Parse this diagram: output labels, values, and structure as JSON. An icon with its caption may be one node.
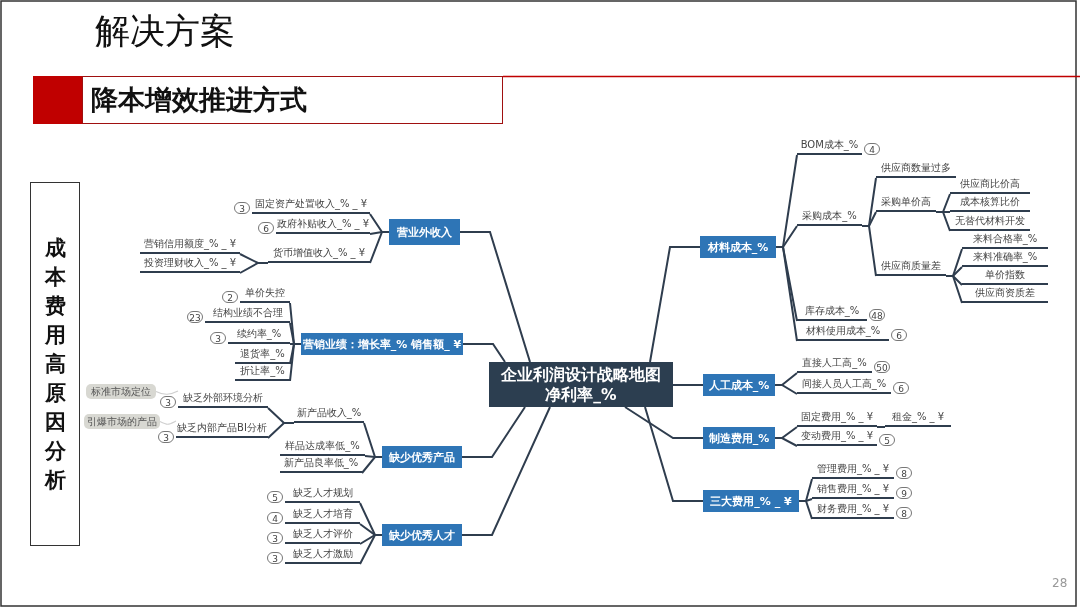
{
  "diagram": {
    "title": "解决方案",
    "nodes": [
      {
        "text": [
          "降本增效推进方式"
        ]
      },
      {
        "text": [
          "成本费用高原因分析"
        ]
      },
      {
        "text": [
          "企业利润设计战略地图净利率_%"
        ]
      },
      {
        "text": [
          "营业外收入"
        ]
      },
      {
        "text": [
          "固定资产处置收入_% _ ¥"
        ],
        "beside": [
          "3"
        ]
      },
      {
        "text": [
          "政府补贴收入_% _ ¥"
        ],
        "beside": [
          "6"
        ]
      },
      {
        "text": [
          "货币增值收入_% _ ¥"
        ]
      },
      {
        "text": [
          "营销信用额度_% _ ¥"
        ]
      },
      {
        "text": [
          "投资理财收入_% _ ¥"
        ]
      },
      {
        "text": [
          "营销业绩：增长率_% 销售额_ ¥"
        ]
      },
      {
        "text": [
          "单价失控"
        ],
        "beside": [
          "2"
        ]
      },
      {
        "text": [
          "结构业绩不合理"
        ],
        "beside": [
          "23"
        ]
      },
      {
        "text": [
          "续约率_%"
        ],
        "beside": [
          "3"
        ]
      },
      {
        "text": [
          "退货率_%"
        ]
      },
      {
        "text": [
          "折让率_%"
        ]
      },
      {
        "text": [
          "缺少优秀产品"
        ]
      },
      {
        "text": [
          "新产品收入_%"
        ]
      },
      {
        "text": [
          "样品达成率低_%"
        ]
      },
      {
        "text": [
          "新产品良率低_%"
        ]
      },
      {
        "text": [
          "缺乏外部环境分析"
        ],
        "beside": [
          "3"
        ]
      },
      {
        "text": [
          "缺乏内部产品BI分析"
        ],
        "beside": [
          "3"
        ]
      },
      {
        "text": [
          "标准市场定位"
        ]
      },
      {
        "text": [
          "引爆市场的产品"
        ]
      },
      {
        "text": [
          "缺少优秀人才"
        ]
      },
      {
        "text": [
          "缺乏人才规划"
        ],
        "beside": [
          "5"
        ]
      },
      {
        "text": [
          "缺乏人才培育"
        ],
        "beside": [
          "4"
        ]
      },
      {
        "text": [
          "缺乏人才评价"
        ],
        "beside": [
          "3"
        ]
      },
      {
        "text": [
          "缺乏人才激励"
        ],
        "beside": [
          "3"
        ]
      },
      {
        "text": [
          "材料成本_%"
        ]
      },
      {
        "text": [
          "BOM成本_%"
        ],
        "beside": [
          "4"
        ]
      },
      {
        "text": [
          "采购成本_%"
        ]
      },
      {
        "text": [
          "供应商数量过多"
        ]
      },
      {
        "text": [
          "采购单价高"
        ]
      },
      {
        "text": [
          "供应商质量差"
        ]
      },
      {
        "text": [
          "供应商比价高"
        ]
      },
      {
        "text": [
          "成本核算比价"
        ]
      },
      {
        "text": [
          "无替代材料开发"
        ]
      },
      {
        "text": [
          "来料合格率_%"
        ]
      },
      {
        "text": [
          "来料准确率_%"
        ]
      },
      {
        "text": [
          "单价指数"
        ]
      },
      {
        "text": [
          "供应商资质差"
        ]
      },
      {
        "text": [
          "库存成本_%"
        ],
        "beside": [
          "48"
        ]
      },
      {
        "text": [
          "材料使用成本_%"
        ],
        "beside": [
          "6"
        ]
      },
      {
        "text": [
          "人工成本_%"
        ]
      },
      {
        "text": [
          "直接人工高_%"
        ],
        "beside": [
          "50"
        ]
      },
      {
        "text": [
          "间接人员人工高_%"
        ],
        "beside": [
          "6"
        ]
      },
      {
        "text": [
          "制造费用_%"
        ]
      },
      {
        "text": [
          "固定费用_% _ ¥"
        ]
      },
      {
        "text": [
          "变动费用_% _ ¥"
        ],
        "beside": [
          "5"
        ]
      },
      {
        "text": [
          "租金_% _ ¥"
        ]
      },
      {
        "text": [
          "三大费用_% _ ¥"
        ]
      },
      {
        "text": [
          "管理费用_% _ ¥"
        ],
        "beside": [
          "8"
        ]
      },
      {
        "text": [
          "销售费用_% _ ¥"
        ],
        "beside": [
          "9"
        ]
      },
      {
        "text": [
          "财务费用_% _ ¥"
        ],
        "beside": [
          "8"
        ]
      }
    ],
    "edges": [
      {
        "from": 2,
        "to": 3,
        "arrow": "none"
      },
      {
        "from": 3,
        "to": 4,
        "arrow": "none"
      },
      {
        "from": 3,
        "to": 5,
        "arrow": "none"
      },
      {
        "from": 3,
        "to": 6,
        "arrow": "none"
      },
      {
        "from": 6,
        "to": 7,
        "arrow": "none"
      },
      {
        "from": 6,
        "to": 8,
        "arrow": "none"
      },
      {
        "from": 2,
        "to": 9,
        "arrow": "none"
      },
      {
        "from": 9,
        "to": 10,
        "arrow": "none"
      },
      {
        "from": 9,
        "to": 11,
        "arrow": "none"
      },
      {
        "from": 9,
        "to": 12,
        "arrow": "none"
      },
      {
        "from": 9,
        "to": 13,
        "arrow": "none"
      },
      {
        "from": 9,
        "to": 14,
        "arrow": "none"
      },
      {
        "from": 2,
        "to": 15,
        "arrow": "none"
      },
      {
        "from": 15,
        "to": 16,
        "arrow": "none"
      },
      {
        "from": 15,
        "to": 17,
        "arrow": "none"
      },
      {
        "from": 15,
        "to": 18,
        "arrow": "none"
      },
      {
        "from": 16,
        "to": 19,
        "arrow": "none"
      },
      {
        "from": 16,
        "to": 20,
        "arrow": "none"
      },
      {
        "from": 19,
        "to": 21,
        "arrow": "none",
        "color": "#cfcfcf"
      },
      {
        "from": 20,
        "to": 22,
        "arrow": "none",
        "color": "#cfcfcf"
      },
      {
        "from": 2,
        "to": 23,
        "arrow": "none"
      },
      {
        "from": 23,
        "to": 24,
        "arrow": "none"
      },
      {
        "from": 23,
        "to": 25,
        "arrow": "none"
      },
      {
        "from": 23,
        "to": 26,
        "arrow": "none"
      },
      {
        "from": 23,
        "to": 27,
        "arrow": "none"
      },
      {
        "from": 2,
        "to": 28,
        "arrow": "none"
      },
      {
        "from": 28,
        "to": 29,
        "arrow": "none"
      },
      {
        "from": 28,
        "to": 30,
        "arrow": "none"
      },
      {
        "from": 30,
        "to": 31,
        "arrow": "none"
      },
      {
        "from": 30,
        "to": 32,
        "arrow": "none"
      },
      {
        "from": 30,
        "to": 33,
        "arrow": "none"
      },
      {
        "from": 32,
        "to": 34,
        "arrow": "none"
      },
      {
        "from": 32,
        "to": 35,
        "arrow": "none"
      },
      {
        "from": 32,
        "to": 36,
        "arrow": "none"
      },
      {
        "from": 33,
        "to": 37,
        "arrow": "none"
      },
      {
        "from": 33,
        "to": 38,
        "arrow": "none"
      },
      {
        "from": 33,
        "to": 39,
        "arrow": "none"
      },
      {
        "from": 33,
        "to": 40,
        "arrow": "none"
      },
      {
        "from": 28,
        "to": 41,
        "arrow": "none"
      },
      {
        "from": 28,
        "to": 42,
        "arrow": "none"
      },
      {
        "from": 2,
        "to": 43,
        "arrow": "none"
      },
      {
        "from": 43,
        "to": 44,
        "arrow": "none"
      },
      {
        "from": 43,
        "to": 45,
        "arrow": "none"
      },
      {
        "from": 2,
        "to": 46,
        "arrow": "none"
      },
      {
        "from": 46,
        "to": 47,
        "arrow": "none"
      },
      {
        "from": 46,
        "to": 48,
        "arrow": "none"
      },
      {
        "from": 47,
        "to": 49,
        "arrow": "none"
      },
      {
        "from": 2,
        "to": 50,
        "arrow": "none"
      },
      {
        "from": 50,
        "to": 51,
        "arrow": "none"
      },
      {
        "from": 50,
        "to": 52,
        "arrow": "none"
      },
      {
        "from": 50,
        "to": 53,
        "arrow": "none"
      }
    ],
    "labels": [
      "28"
    ]
  }
}
